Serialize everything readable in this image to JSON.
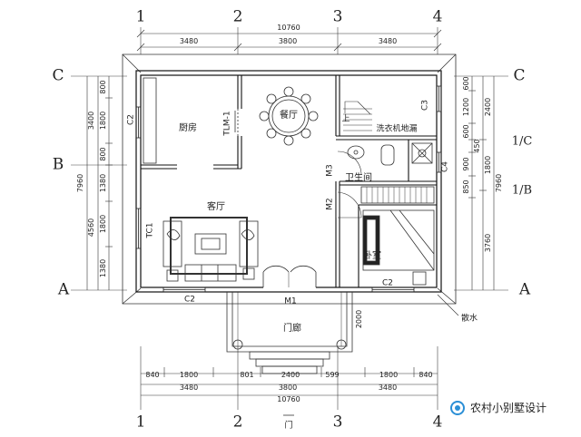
{
  "axes": {
    "a1": "1",
    "a2": "2",
    "a3": "3",
    "a4": "4",
    "rA": "A",
    "rB": "B",
    "rC": "C",
    "r1C": "1/C",
    "r1B": "1/B"
  },
  "dims": {
    "top_total": "10760",
    "top_a": "3480",
    "top_b": "3800",
    "top_c": "3480",
    "bot_1": "840",
    "bot_2": "1800",
    "bot_3": "801",
    "bot_4": "2400",
    "bot_5": "599",
    "bot_6": "1800",
    "bot_7": "840",
    "bot_a": "3480",
    "bot_b": "3800",
    "bot_c": "3480",
    "bot_total": "10760",
    "left_1": "800",
    "left_2": "1800",
    "left_3": "800",
    "left_4": "1380",
    "left_5": "1800",
    "left_6": "1380",
    "left_a": "3400",
    "left_b": "4560",
    "left_total": "7960",
    "right_1": "600",
    "right_2": "1200",
    "right_3": "600",
    "right_4": "450",
    "right_5": "900",
    "right_6": "850",
    "right_a": "2400",
    "right_b": "1800",
    "right_c": "3760",
    "right_total": "7960",
    "porch_depth": "2000"
  },
  "rooms": {
    "kitchen": "厨房",
    "dining": "餐厅",
    "living": "客厅",
    "bathroom": "卫生间",
    "bedroom": "卧室",
    "porch": "门廊",
    "laundry": "洗衣机地漏",
    "drain": "散水"
  },
  "labels": {
    "tlm": "TLM-1",
    "c2_left": "C2",
    "c2_bottom": "C2",
    "c2_bed": "C2",
    "c3": "C3",
    "c4": "C4",
    "tc1": "TC1",
    "m1": "M1",
    "m2": "M2",
    "m3": "M3",
    "up": "上",
    "door_bottom": "门"
  },
  "watermark": {
    "text": "农村小别墅设计",
    "icon": "wechat-logo-icon"
  }
}
